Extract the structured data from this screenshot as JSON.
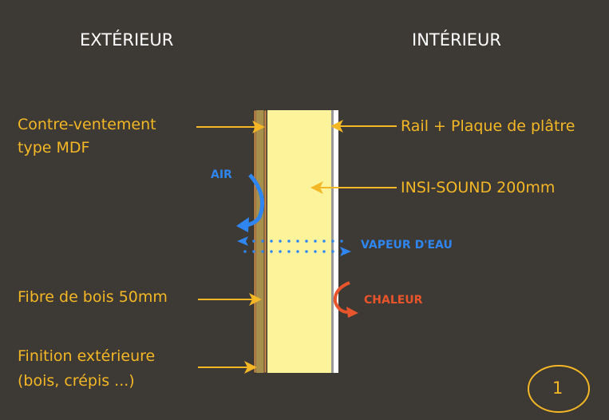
{
  "headings": {
    "exterior": "EXTÉRIEUR",
    "interior": "INTÉRIEUR"
  },
  "labels": {
    "bracing": "Contre-ventement",
    "bracing_type": "type MDF",
    "rail": "Rail + Plaque de plâtre",
    "insulation": "INSI-SOUND 200mm",
    "wood_fibre": "Fibre de bois 50mm",
    "finish": "Finition extérieure",
    "finish_detail": "(bois, crépis ...)"
  },
  "flows": {
    "air": "AIR",
    "vapour": "VAPEUR D'EAU",
    "heat": "CHALEUR"
  },
  "page_number": "1",
  "colors": {
    "background": "#3d3934",
    "label": "#f4b725",
    "air": "#2f86f0",
    "heat": "#e8552c",
    "insulation": "#fdf39a",
    "fibre": "#a78f4c"
  }
}
